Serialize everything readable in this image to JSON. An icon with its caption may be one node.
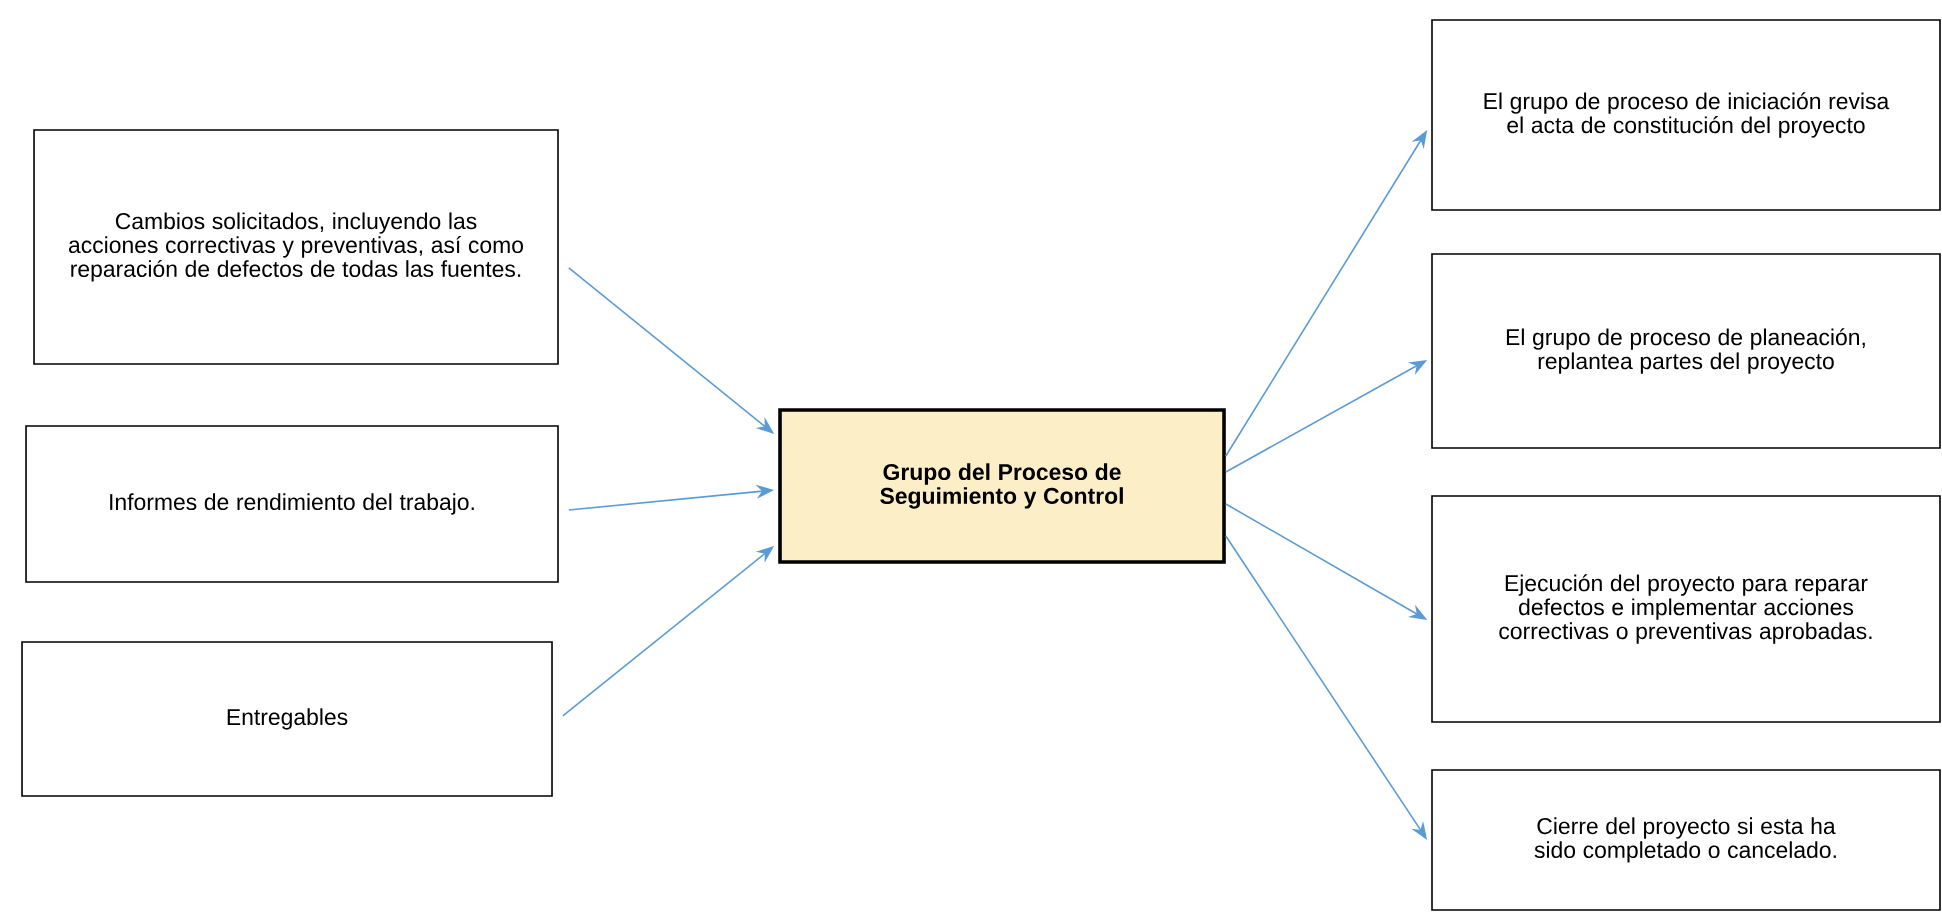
{
  "diagram": {
    "nodes": [
      {
        "text": [
          "Cambios solicitados, incluyendo las acciones correctivas y preventivas, así como reparación de defectos de todas las fuentes."
        ]
      },
      {
        "text": [
          "Informes de rendimiento del trabajo."
        ]
      },
      {
        "text": [
          "Entregables"
        ]
      },
      {
        "text": [
          "Grupo del Proceso de Seguimiento y Control"
        ]
      },
      {
        "text": [
          "El grupo de proceso de iniciación revisa el acta de constitución del proyecto"
        ]
      },
      {
        "text": [
          "El grupo de proceso de planeación, replantea partes del proyecto"
        ]
      },
      {
        "text": [
          "Ejecución del proyecto para reparar defectos e implementar acciones correctivas o preventivas aprobadas."
        ]
      },
      {
        "text": [
          "Cierre del proyecto si esta ha sido completado o cancelado."
        ]
      }
    ],
    "edges": [
      {
        "from": 0,
        "to": 3,
        "arrow": "to"
      },
      {
        "from": 1,
        "to": 3,
        "arrow": "to"
      },
      {
        "from": 2,
        "to": 3,
        "arrow": "to"
      },
      {
        "from": 3,
        "to": 4,
        "arrow": "to"
      },
      {
        "from": 3,
        "to": 5,
        "arrow": "to"
      },
      {
        "from": 3,
        "to": 6,
        "arrow": "to"
      },
      {
        "from": 3,
        "to": 7,
        "arrow": "to"
      }
    ]
  }
}
